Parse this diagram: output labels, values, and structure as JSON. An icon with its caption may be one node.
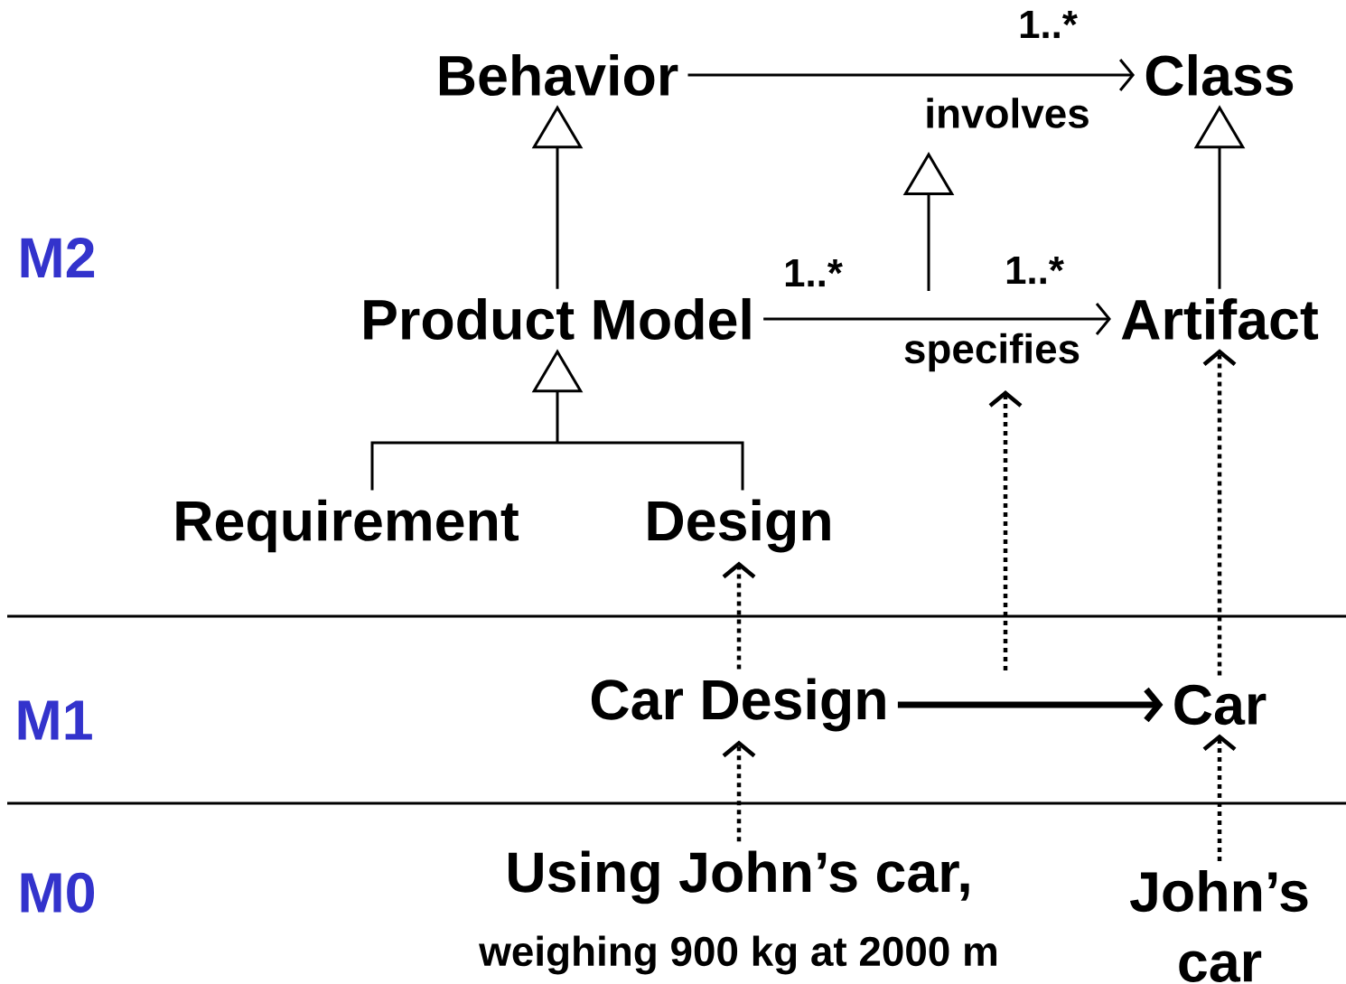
{
  "diagram": {
    "nodes": [
      {
        "text": [
          "Behavior"
        ]
      },
      {
        "text": [
          "Class"
        ]
      },
      {
        "text": [
          "Product Model"
        ]
      },
      {
        "text": [
          "Artifact"
        ]
      },
      {
        "text": [
          "Requirement"
        ]
      },
      {
        "text": [
          "Design"
        ]
      },
      {
        "text": [
          "Car Design"
        ]
      },
      {
        "text": [
          "Car"
        ]
      },
      {
        "text": [
          "Using John’s car,",
          "weighing 900 kg at 2000 m"
        ]
      },
      {
        "text": [
          "John’s car"
        ]
      },
      {
        "text": [
          "involves"
        ]
      },
      {
        "text": [
          "specifies"
        ]
      }
    ],
    "edges": [
      {
        "from": 0,
        "to": 1,
        "arrow": "to"
      },
      {
        "from": 2,
        "to": 0,
        "arrow": "to"
      },
      {
        "from": 2,
        "to": 3,
        "arrow": "to"
      },
      {
        "from": 3,
        "to": 1,
        "arrow": "to"
      },
      {
        "from": 4,
        "to": 2,
        "arrow": "to"
      },
      {
        "from": 5,
        "to": 2,
        "arrow": "to"
      },
      {
        "from": 11,
        "to": 10,
        "arrow": "to"
      },
      {
        "from": 6,
        "to": 5,
        "arrow": "to",
        "style": "dashed"
      },
      {
        "from": null,
        "to": 11,
        "arrow": "to",
        "style": "dashed"
      },
      {
        "from": 7,
        "to": 3,
        "arrow": "to",
        "style": "dashed"
      },
      {
        "from": 8,
        "to": 6,
        "arrow": "to",
        "style": "dashed"
      },
      {
        "from": 9,
        "to": 7,
        "arrow": "to",
        "style": "dashed"
      },
      {
        "from": 6,
        "to": 7,
        "arrow": "to",
        "style": "thick"
      }
    ],
    "labels": [
      "1..*",
      "M2",
      "1..*",
      "1..*",
      "M1",
      "M0"
    ]
  }
}
